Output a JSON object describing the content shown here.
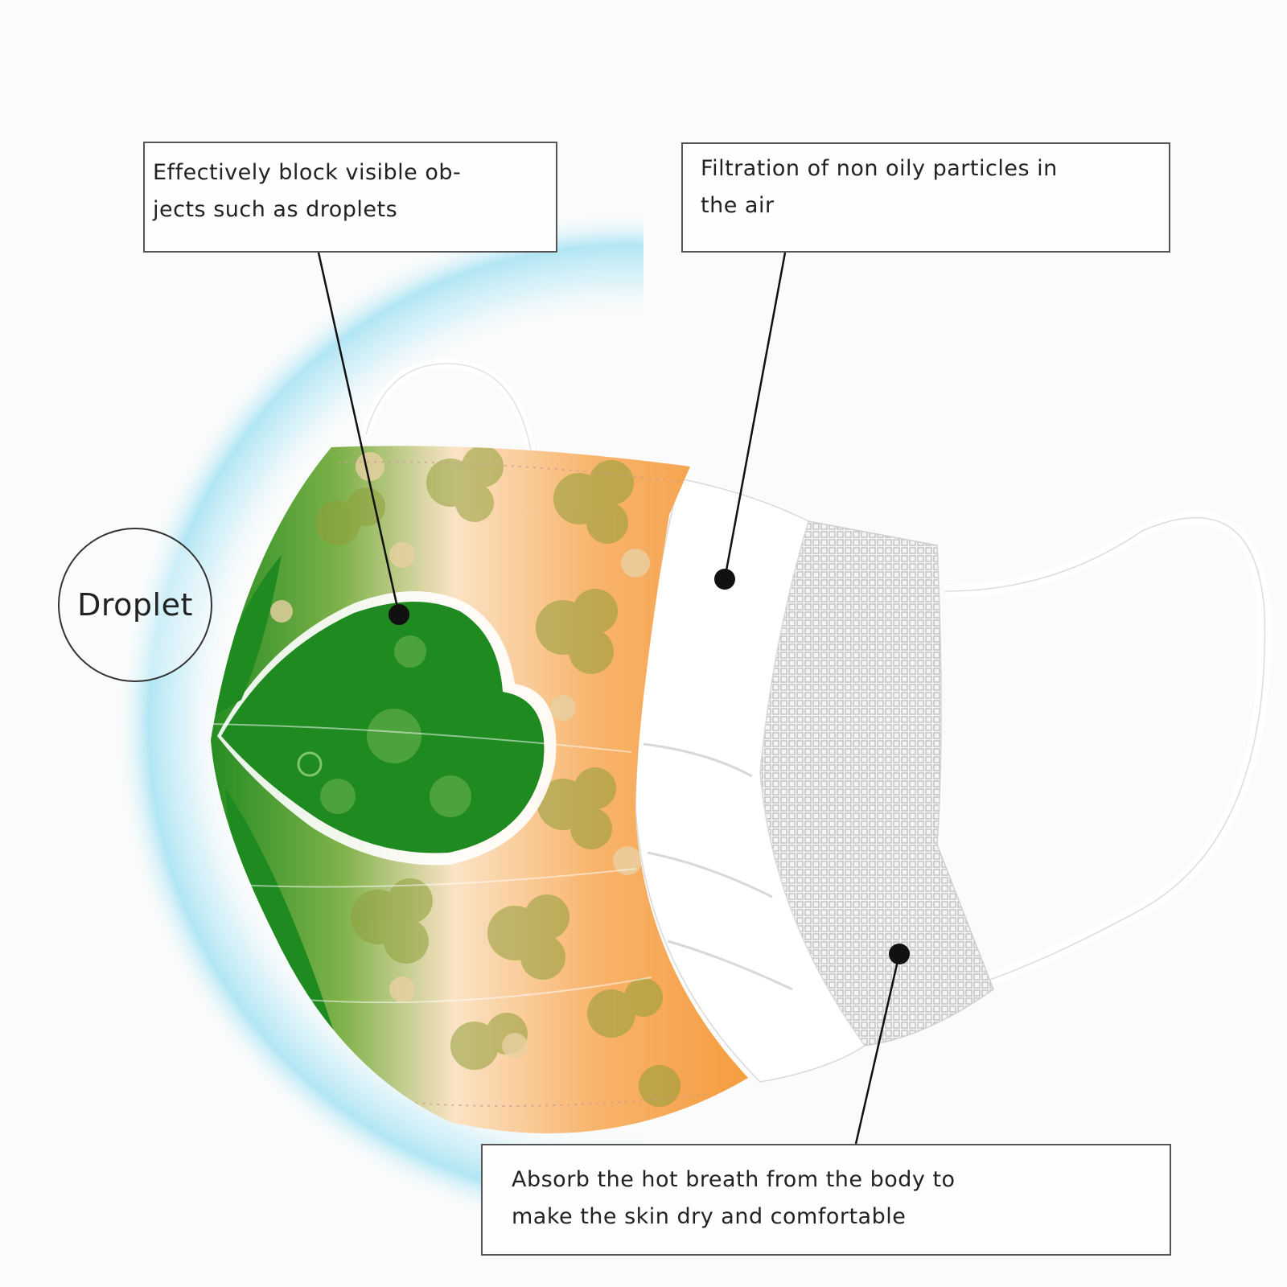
{
  "droplet_label": "Droplet",
  "callouts": {
    "block": {
      "line1": "Effectively block visible ob-",
      "line2": "jects such as droplets"
    },
    "filtration": {
      "line1": "Filtration of non oily particles in",
      "line2": "the air"
    },
    "absorb": {
      "line1": "Absorb the hot breath from the body to",
      "line2": "make the skin dry and comfortable"
    }
  },
  "colors": {
    "outer_layer_green": "#1f8a1f",
    "outer_layer_orange": "#f59a3a",
    "outer_layer_cream": "#fbe3c5",
    "droplet_glow": "#a9e3f3"
  }
}
